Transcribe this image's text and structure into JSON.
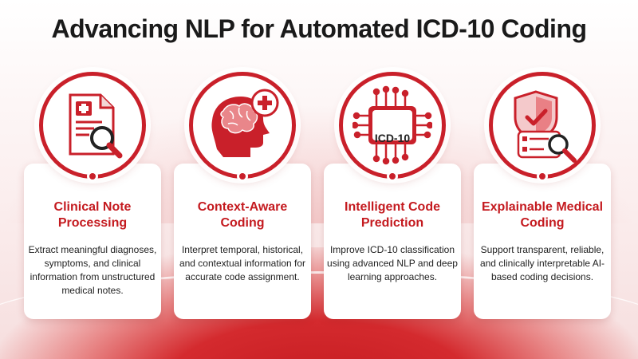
{
  "title": "Advancing NLP for Automated ICD-10 Coding",
  "colors": {
    "accent": "#c9202a",
    "title_text": "#1a1a1a",
    "card_title": "#c41a1f"
  },
  "cards": [
    {
      "icon": "clinical-document-magnifier-icon",
      "title": "Clinical Note Processing",
      "description": "Extract meaningful diagnoses, symptoms, and clinical information from unstructured medical notes."
    },
    {
      "icon": "brain-plus-icon",
      "title": "Context-Aware Coding",
      "description": "Interpret temporal, historical, and contextual information for accurate code assignment."
    },
    {
      "icon": "icd10-chip-icon",
      "title": "Intelligent Code Prediction",
      "description": "Improve ICD-10 classification using advanced NLP and deep learning approaches."
    },
    {
      "icon": "shield-check-icon",
      "title": "Explainable Medical Coding",
      "description": "Support transparent, reliable, and clinically interpretable AI-based coding decisions."
    }
  ],
  "chip_label": "ICD-10"
}
